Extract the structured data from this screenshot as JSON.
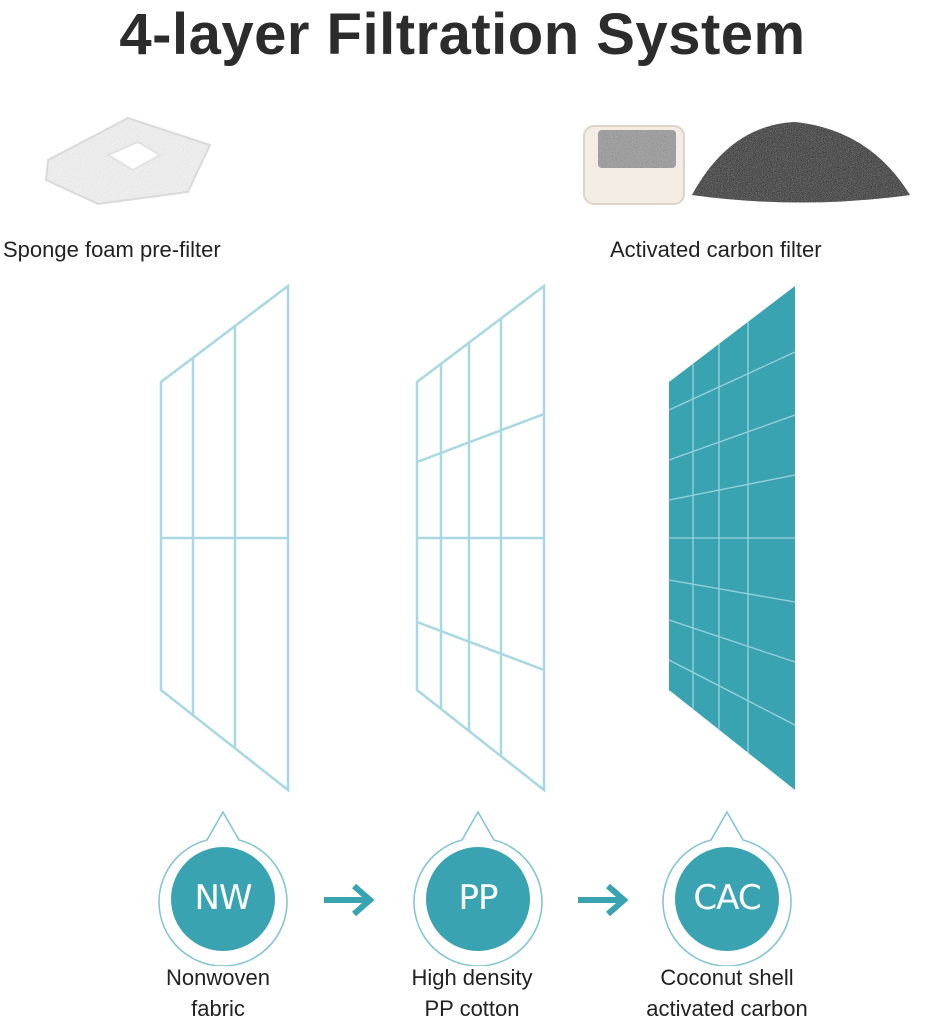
{
  "title": "4-layer Filtration System",
  "colors": {
    "teal": "#3aa3b2",
    "light_line": "#a8d8e0",
    "ring": "#86c6d0"
  },
  "top_items": [
    {
      "caption": "Sponge foam pre-filter",
      "icon": "sponge-foam-image"
    },
    {
      "caption": "Activated carbon filter",
      "icon": "carbon-filter-image"
    }
  ],
  "layers": [
    {
      "abbr": "NW",
      "line1": "Nonwoven",
      "line2": "fabric"
    },
    {
      "abbr": "PP",
      "line1": "High density",
      "line2": "PP cotton"
    },
    {
      "abbr": "CAC",
      "line1": "Coconut shell",
      "line2": "activated carbon"
    }
  ]
}
